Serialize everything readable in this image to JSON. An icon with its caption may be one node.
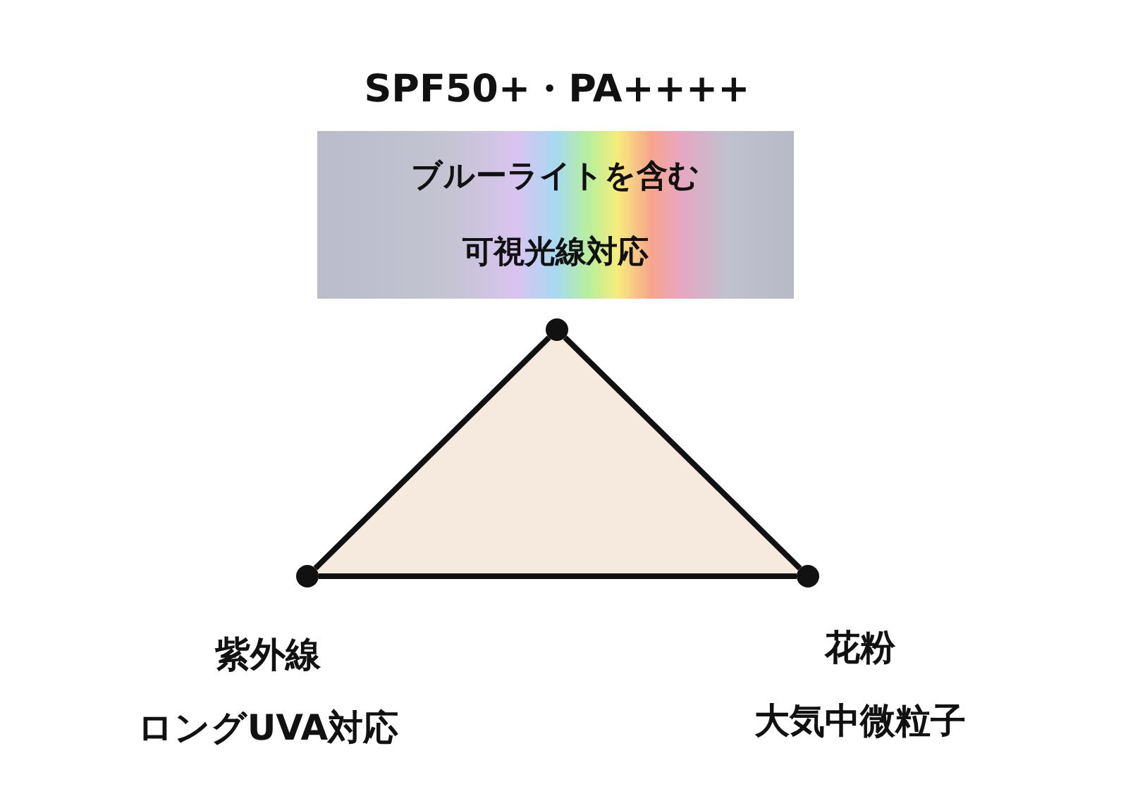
{
  "diagram": {
    "nodes": [
      {
        "text": [
          "SPF50+・PA++++",
          "ブルーライトを含む可視光線対応"
        ]
      },
      {
        "text": [],
        "shape": "circle"
      },
      {
        "text": [],
        "shape": "circle",
        "beside": [
          "紫外線",
          "ロングUVA対応"
        ]
      },
      {
        "text": [],
        "shape": "circle",
        "beside": [
          "花粉",
          "大気中微粒子"
        ]
      }
    ],
    "edges": [
      {
        "from": 1,
        "to": 2,
        "arrow": "none"
      },
      {
        "from": 2,
        "to": 3,
        "arrow": "none"
      },
      {
        "from": 3,
        "to": 1,
        "arrow": "none"
      }
    ]
  }
}
